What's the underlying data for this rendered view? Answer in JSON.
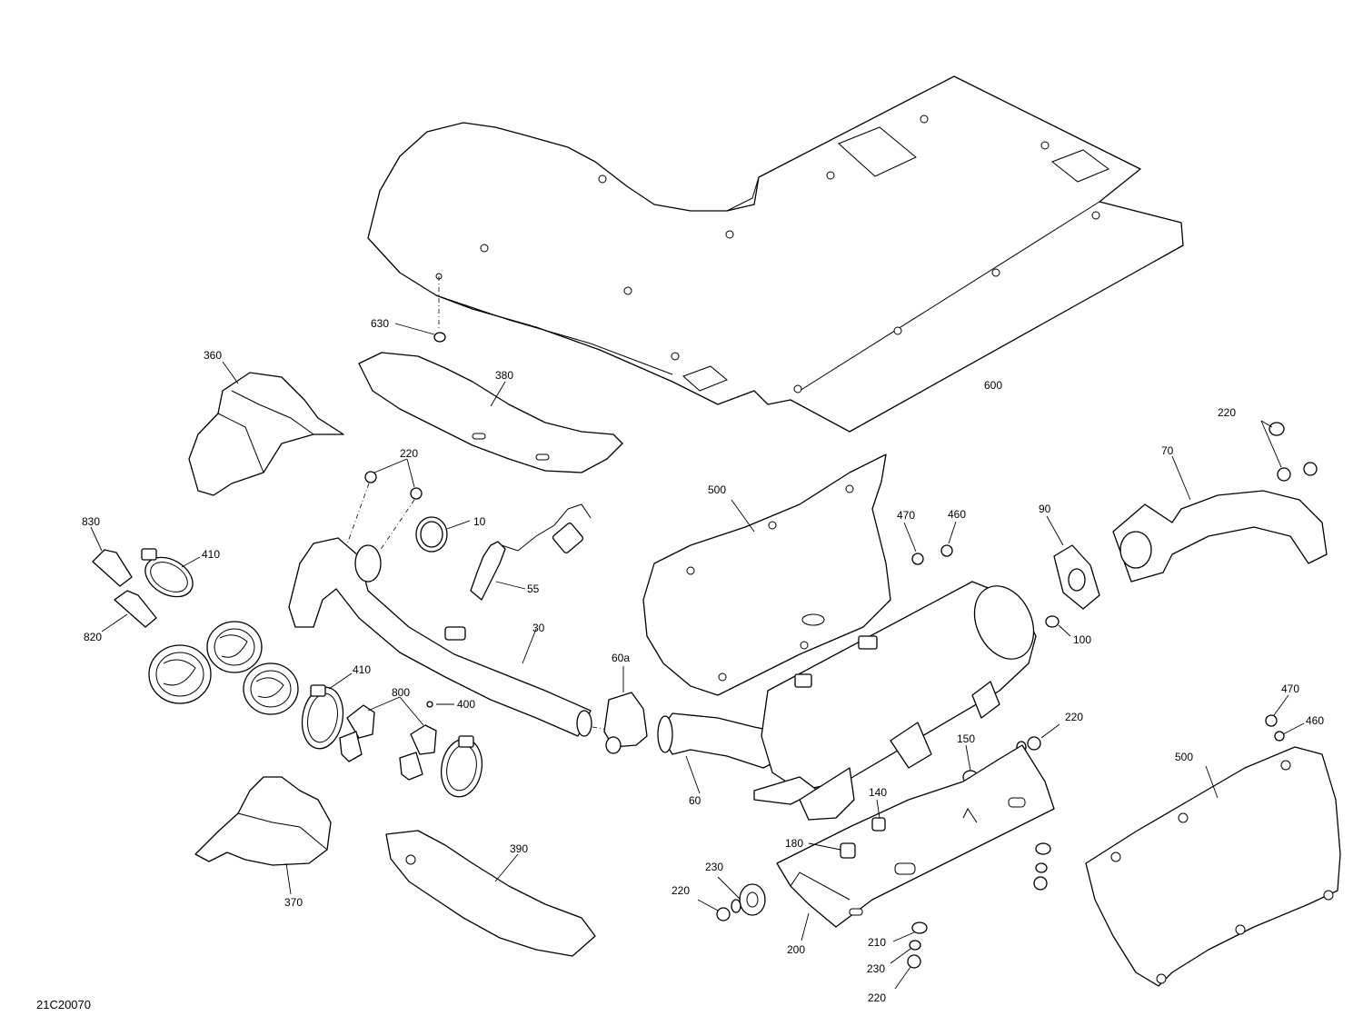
{
  "drawing_id": "21C20070",
  "callouts": {
    "c600": "600",
    "c630": "630",
    "c360": "360",
    "c380": "380",
    "c220a": "220",
    "c10": "10",
    "c55": "55",
    "c30": "30",
    "c830": "830",
    "c410a": "410",
    "c820": "820",
    "c410b": "410",
    "c800": "800",
    "c400": "400",
    "c60a": "60a",
    "c60": "60",
    "c370": "370",
    "c390": "390",
    "c500a": "500",
    "c470a": "470",
    "c460a": "460",
    "c90": "90",
    "c70": "70",
    "c220b": "220",
    "c100": "100",
    "c220c": "220",
    "c150": "150",
    "c140": "140",
    "c180": "180",
    "c230a": "230",
    "c220d": "220",
    "c200": "200",
    "c210": "210",
    "c230b": "230",
    "c220e": "220",
    "c470b": "470",
    "c460b": "460",
    "c500b": "500"
  }
}
